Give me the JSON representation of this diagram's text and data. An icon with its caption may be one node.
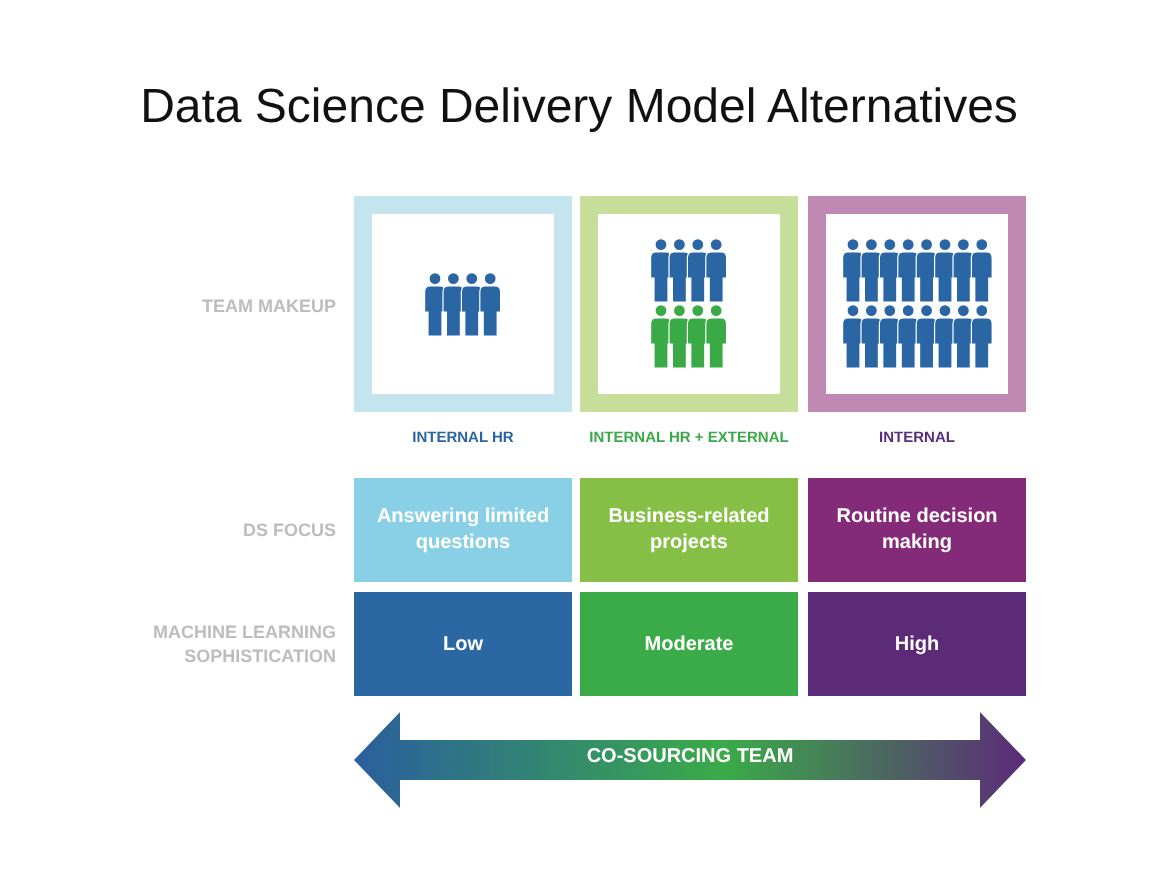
{
  "diagram": {
    "title": "Data Science Delivery Model Alternatives",
    "nodes": [
      {
        "text": [],
        "shape": "box",
        "beside": [
          "INTERNAL HR"
        ]
      },
      {
        "text": [],
        "shape": "box",
        "beside": [
          "INTERNAL HR + EXTERNAL"
        ]
      },
      {
        "text": [],
        "shape": "box",
        "beside": [
          "INTERNAL"
        ]
      },
      {
        "text": [
          "Answering limited questions"
        ]
      },
      {
        "text": [
          "Business-related projects"
        ]
      },
      {
        "text": [
          "Routine decision making"
        ]
      },
      {
        "text": [
          "Low"
        ]
      },
      {
        "text": [
          "Moderate"
        ]
      },
      {
        "text": [
          "High"
        ]
      },
      {
        "text": [
          "CO-SOURCING TEAM"
        ]
      }
    ],
    "labels": [
      "TEAM MAKEUP",
      "DS FOCUS",
      "MACHINE LEARNING SOPHISTICATION"
    ]
  }
}
